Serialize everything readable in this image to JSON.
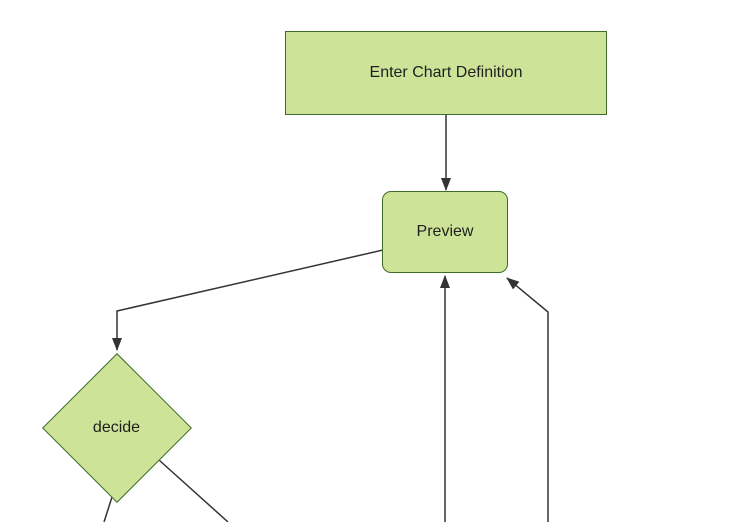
{
  "diagram": {
    "type": "flowchart",
    "nodes": [
      {
        "id": "enter-chart-definition",
        "label": "Enter Chart Definition",
        "shape": "rectangle"
      },
      {
        "id": "preview",
        "label": "Preview",
        "shape": "rounded-rectangle"
      },
      {
        "id": "decide",
        "label": "decide",
        "shape": "diamond"
      }
    ],
    "edges": [
      {
        "from": "enter-chart-definition",
        "to": "preview",
        "arrowhead": true
      },
      {
        "from": "preview",
        "to": "decide",
        "arrowhead": true
      },
      {
        "from": "offscreen-bottom",
        "to": "preview",
        "arrowhead": true,
        "cut_by_image_edge": true
      },
      {
        "from": "offscreen-bottom-right",
        "to": "preview",
        "arrowhead": true,
        "cut_by_image_edge": true
      },
      {
        "from": "decide",
        "to": "offscreen-bottom-left",
        "arrowhead": false,
        "cut_by_image_edge": true
      },
      {
        "from": "decide",
        "to": "offscreen-bottom-right",
        "arrowhead": false,
        "cut_by_image_edge": true
      }
    ],
    "colors": {
      "node_fill": "#cde498",
      "node_border": "#3f6c2d",
      "edge": "#333333",
      "label": "#1f1f1f",
      "background": "#ffffff"
    }
  }
}
